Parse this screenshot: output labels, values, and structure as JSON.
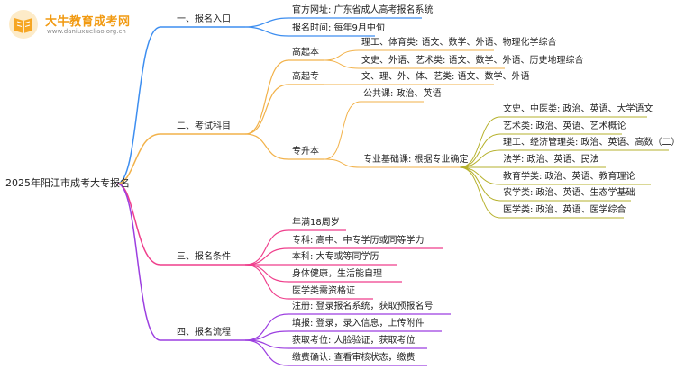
{
  "logo": {
    "name": "大牛教育成考网",
    "url": "www.daniuxueliao.org.cn"
  },
  "colors": {
    "branch1": "#3d8ef0",
    "branch2": "#f2b24a",
    "branch3": "#ef3f8c",
    "branch4": "#9c3fe0",
    "sub2": "#b6b12c",
    "underline_text": "#222222"
  },
  "root": "2025年阳江市成考大专报名",
  "branches": {
    "b1": {
      "label": "一、报名入口",
      "items": [
        "官方网址: 广东省成人高考报名系统",
        "报名时间: 每年9月中旬"
      ]
    },
    "b2": {
      "label": "二、考试科目",
      "gqb": {
        "label": "高起本",
        "items": [
          "理工、体育类: 语文、数学、外语、物理化学综合",
          "文史、外语、艺术类: 语文、数学、外语、历史地理综合"
        ]
      },
      "gqz": {
        "label": "高起专",
        "items": [
          "文、理、外、体、艺类: 语文、数学、外语"
        ]
      },
      "zsb": {
        "label": "专升本",
        "public": "公共课: 政治、英语",
        "basic": "专业基础课: 根据专业确定",
        "items": [
          "文史、中医类: 政治、英语、大学语文",
          "艺术类: 政治、英语、艺术概论",
          "理工、经济管理类: 政治、英语、高数（二）",
          "法学: 政治、英语、民法",
          "教育学类: 政治、英语、教育理论",
          "农学类: 政治、英语、生态学基础",
          "医学类: 政治、英语、医学综合"
        ]
      }
    },
    "b3": {
      "label": "三、报名条件",
      "items": [
        "年满18周岁",
        "专科: 高中、中专学历或同等学力",
        "本科: 大专或等同学历",
        "身体健康，生活能自理",
        "医学类需资格证"
      ]
    },
    "b4": {
      "label": "四、报名流程",
      "items": [
        "注册: 登录报名系统，获取预报名号",
        "填报: 登录，录入信息，上传附件",
        "获取考位: 人脸验证，获取考位",
        "缴费确认: 查看审核状态，缴费"
      ]
    }
  }
}
